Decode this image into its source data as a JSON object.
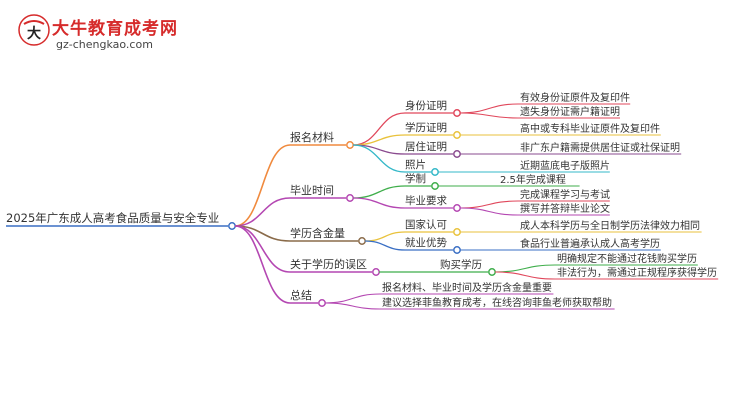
{
  "brand": {
    "name": "大牛教育成考网",
    "url": "gz-chengkao.com"
  },
  "root": "2025年广东成人高考食品质量与安全专业",
  "branches": [
    {
      "label": "报名材料",
      "color": "#f08a3e",
      "children": [
        {
          "label": "身份证明",
          "color": "#e0475b",
          "leaves": [
            {
              "text": "有效身份证原件及复印件",
              "color": "#e0475b"
            },
            {
              "text": "遗失身份证需户籍证明",
              "color": "#e0475b"
            }
          ]
        },
        {
          "label": "学历证明",
          "color": "#e9c23c",
          "leaves": [
            {
              "text": "高中或专科毕业证原件及复印件",
              "color": "#e9c23c"
            }
          ]
        },
        {
          "label": "居住证明",
          "color": "#8a4b8f",
          "leaves": [
            {
              "text": "非广东户籍需提供居住证或社保证明",
              "color": "#8a4b8f"
            }
          ]
        },
        {
          "label": "照片",
          "color": "#34b8c8",
          "leaves": [
            {
              "text": "近期蓝底电子版照片",
              "color": "#34b8c8"
            }
          ]
        }
      ]
    },
    {
      "label": "毕业时间",
      "color": "#b447b2",
      "children": [
        {
          "label": "学制",
          "color": "#3fae4b",
          "leaves": [
            {
              "text": "2.5年完成课程",
              "color": "#3fae4b"
            }
          ]
        },
        {
          "label": "毕业要求",
          "color": "#b447b2",
          "leaves": [
            {
              "text": "完成课程学习与考试",
              "color": "#e0475b"
            },
            {
              "text": "撰写并答辩毕业论文",
              "color": "#b447b2"
            }
          ]
        }
      ]
    },
    {
      "label": "学历含金量",
      "color": "#8a6b4a",
      "children": [
        {
          "label": "国家认可",
          "color": "#e9c23c",
          "leaves": [
            {
              "text": "成人本科学历与全日制学历法律效力相同",
              "color": "#e9c23c"
            }
          ]
        },
        {
          "label": "就业优势",
          "color": "#3a6fc4",
          "leaves": [
            {
              "text": "食品行业普遍承认成人高考学历",
              "color": "#3a6fc4"
            }
          ]
        }
      ]
    },
    {
      "label": "关于学历的误区",
      "color": "#b447b2",
      "children": [
        {
          "label": "购买学历",
          "color": "#3fae4b",
          "leaves": [
            {
              "text": "明确规定不能通过花钱购买学历",
              "color": "#3fae4b"
            },
            {
              "text": "非法行为，需通过正规程序获得学历",
              "color": "#e0475b"
            }
          ]
        }
      ]
    },
    {
      "label": "总结",
      "color": "#b447b2",
      "children": [],
      "leaves": [
        {
          "text": "报名材料、毕业时间及学历含金量重要",
          "color": "#b447b2"
        },
        {
          "text": "建议选择菲鱼教育成考，在线咨询菲鱼老师获取帮助",
          "color": "#b447b2"
        }
      ]
    }
  ]
}
